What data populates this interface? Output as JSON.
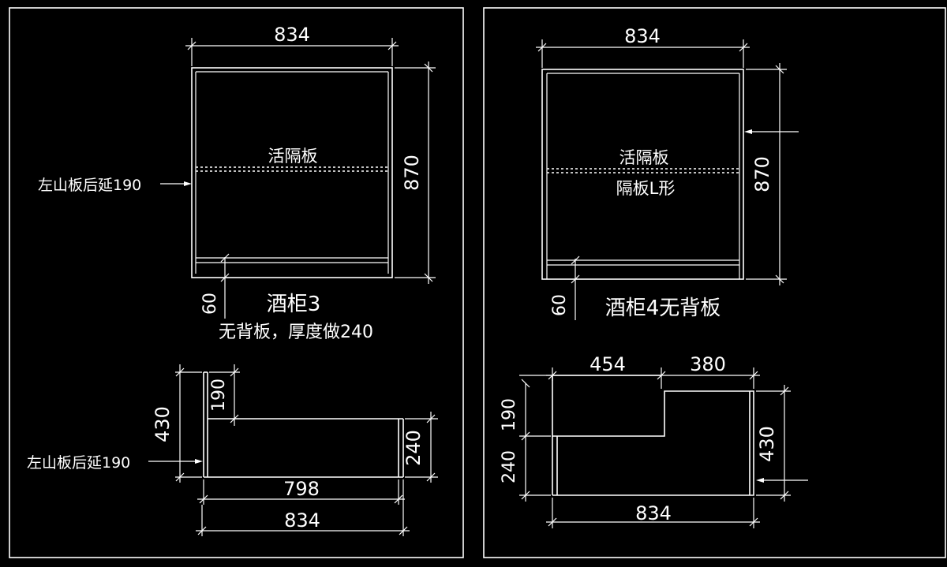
{
  "colors": {
    "background": "#000000",
    "line": "#ffffff"
  },
  "left_sheet": {
    "front": {
      "width": "834",
      "height": "870",
      "plinth": "60",
      "shelf_label": "活隔板",
      "side_note": "左山板后延190",
      "title": "酒柜3",
      "subtitle": "无背板，厚度做240"
    },
    "plan": {
      "depth_total": "430",
      "extension": "190",
      "depth": "240",
      "inner_width": "798",
      "width": "834",
      "side_note": "左山板后延190"
    }
  },
  "right_sheet": {
    "front": {
      "width": "834",
      "height": "870",
      "plinth": "60",
      "shelf_label": "活隔板",
      "shelf_label_2": "隔板L形",
      "title": "酒柜4无背板"
    },
    "plan": {
      "width_left": "454",
      "width_right": "380",
      "extension": "190",
      "depth": "240",
      "depth_total": "430",
      "width": "834"
    }
  }
}
